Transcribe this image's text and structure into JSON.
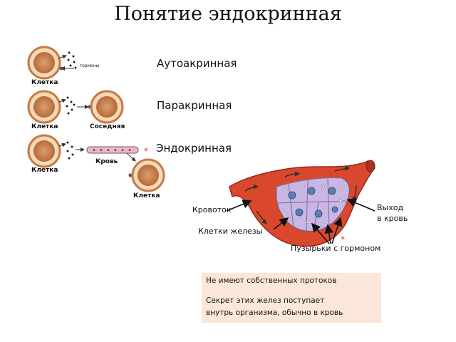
{
  "title": "Понятие эндокринная",
  "types": {
    "autocrine": "Аутоакринная",
    "paracrine": "Паракринная",
    "endocrine": "Эндокринная"
  },
  "cells": {
    "cell_1": "Клетка",
    "hormones_tiny": "гормоны",
    "cell_2": "Клетка",
    "neighbor": "Соседняя",
    "cell_3": "Клетка",
    "blood": "Кровь",
    "cell_4": "Клетка"
  },
  "gland": {
    "blood_flow": "Кровоток",
    "output_line1": "Выход",
    "output_line2": "в кровь",
    "gland_cells": "Клетки железы",
    "vesicles": "Пузырьки с гормоном"
  },
  "info": {
    "line1": "Не имеют собственных протоков",
    "line2": "Секрет этих желез поступает",
    "line3": "внутрь организма, обычно в кровь"
  },
  "colors": {
    "cell_outer": "#c77a45",
    "cell_inner": "#f2d9b8",
    "vessel": "#d9482d",
    "gland_tissue": "#c9b6e3",
    "info_bg": "#fae7da"
  }
}
